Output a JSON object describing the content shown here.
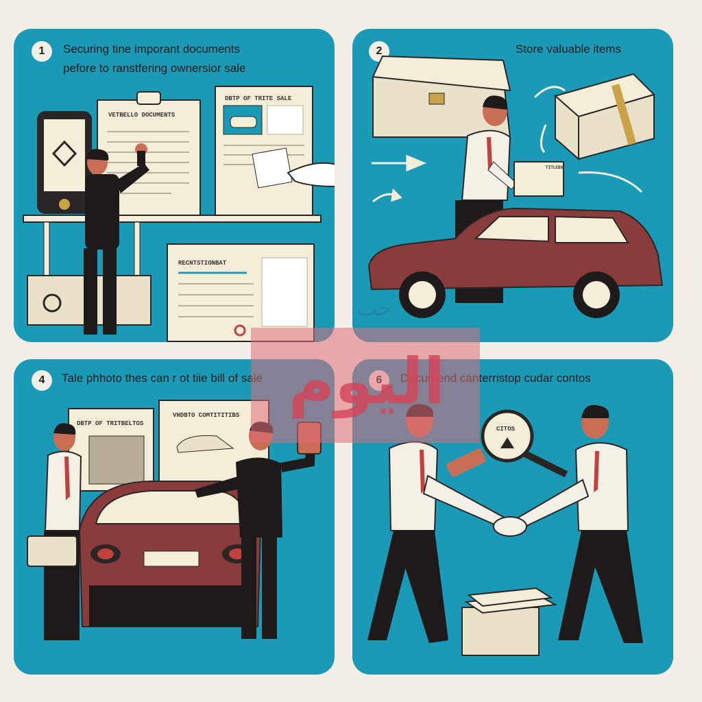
{
  "panels": [
    {
      "number": "1",
      "caption_line1": "Securing tine imporant documents",
      "caption_line2": "pefore to ranstfering ownersior sale",
      "doc_titles": [
        "VETBELLO DOCUMENTS",
        "DBTP OF TRITE SALE",
        "RECNTSTIONBAT"
      ]
    },
    {
      "number": "2",
      "caption_line1": "Store valuable items",
      "caption_line2": "",
      "doc_titles": [
        "TITLEBS"
      ]
    },
    {
      "number": "4",
      "caption_line1": "Tale phhoto thes can r ot tiie bill of sale",
      "caption_line2": "",
      "doc_titles": [
        "DBTP OF TRITBELTOS",
        "VHDBTO COMTITITIBS"
      ]
    },
    {
      "number": "6",
      "caption_line1": "Documend canterristop cudar contos",
      "caption_line2": "",
      "doc_titles": [
        "CITOS"
      ]
    }
  ],
  "watermark": {
    "main": "اليوم",
    "small": "حب"
  },
  "colors": {
    "panel": "#1b9ab8",
    "background": "#f3efe6",
    "car": "#8a3b3b",
    "suit": "#1e1a1a",
    "shirt": "#f5f0e6",
    "paper": "#f4edd8"
  }
}
